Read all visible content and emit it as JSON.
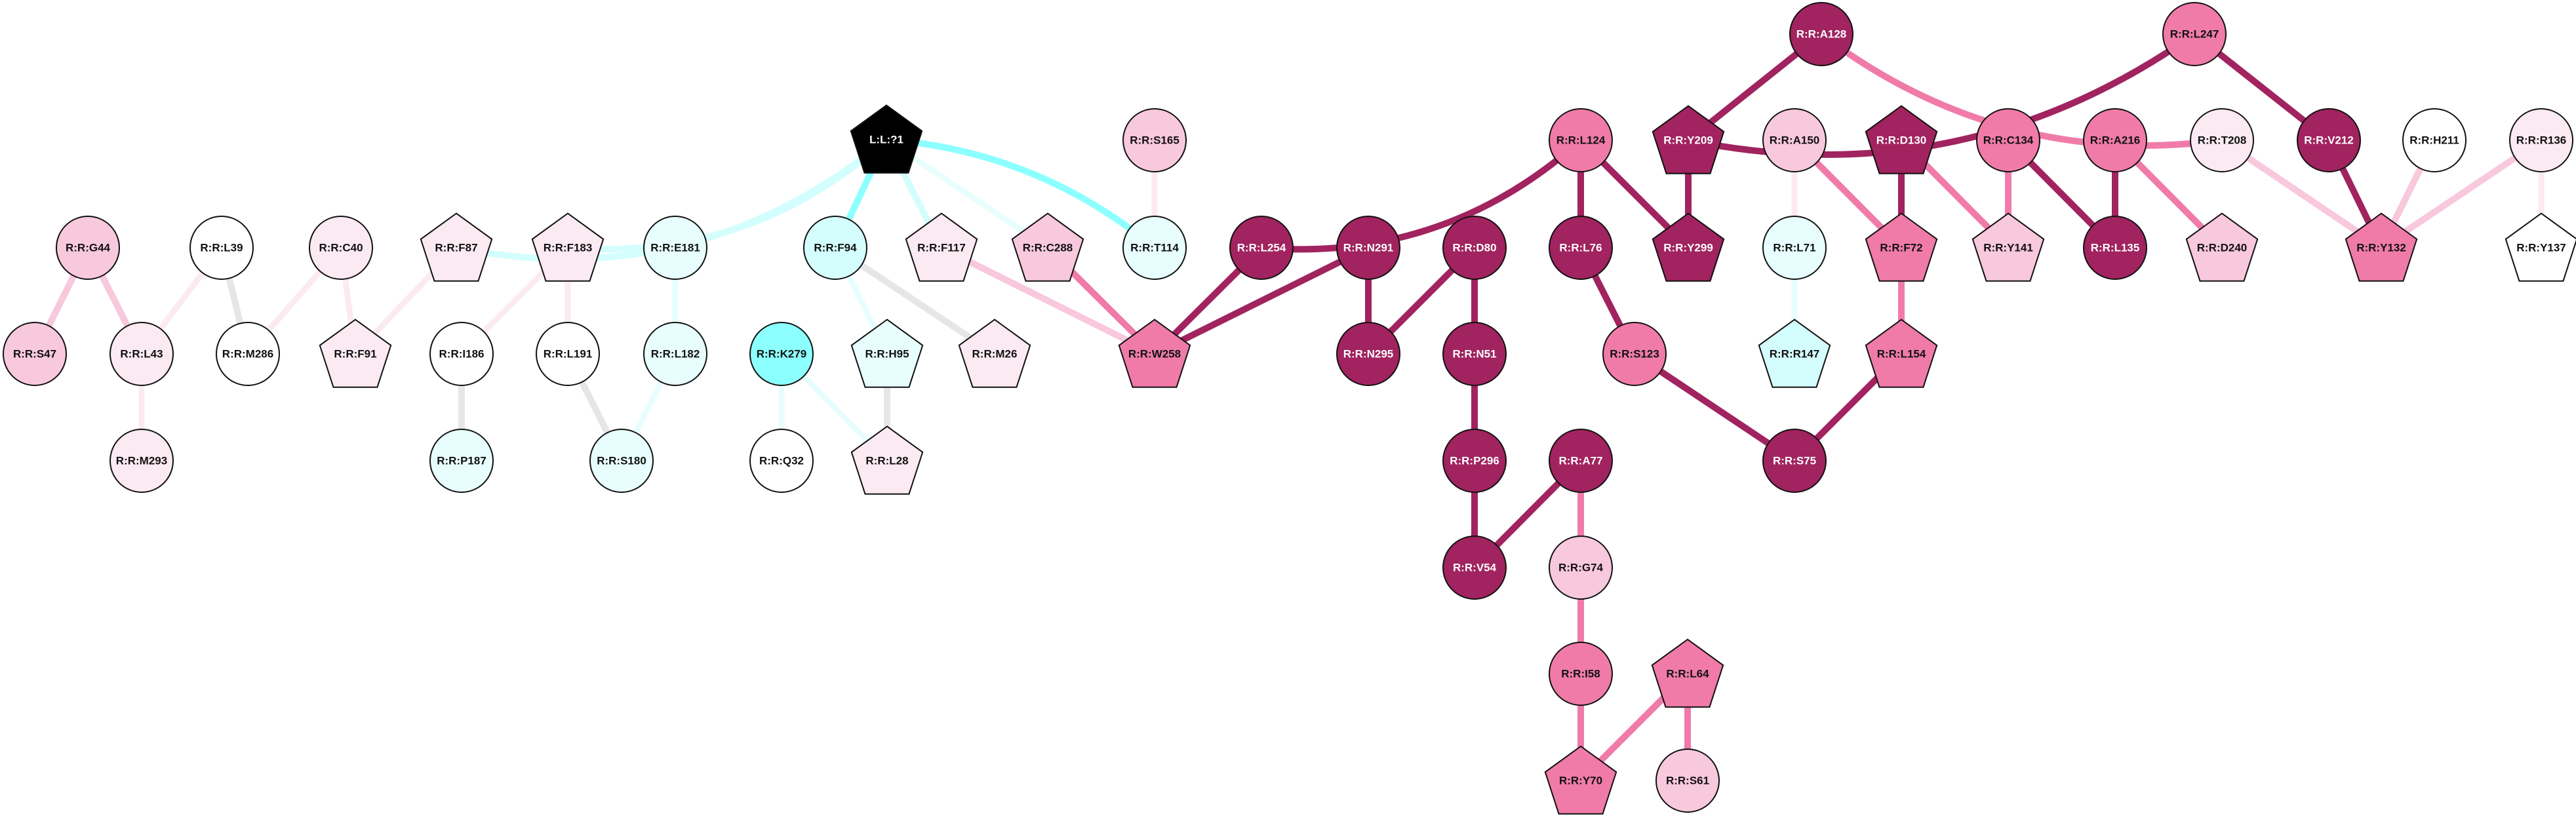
{
  "title": "Residue interaction network",
  "palette": {
    "dark_magenta": "#A1235F",
    "medium_pink": "#F07BA8",
    "light_pink": "#F8C8DC",
    "pale_pink": "#FBEAF2",
    "white": "#FFFFFF",
    "cyan": "#8CFFFF",
    "light_cyan": "#D4FEFE",
    "pale_cyan": "#E8FEFE",
    "ligand": "#000000",
    "grey": "#E6E6E6"
  },
  "nodes": [
    {
      "id": "L:L:?1",
      "shape": "pentagon",
      "fill": "ligand",
      "text": "light"
    },
    {
      "id": "R:R:G44",
      "shape": "circle",
      "fill": "light_pink",
      "text": "dark"
    },
    {
      "id": "R:R:S47",
      "shape": "circle",
      "fill": "light_pink",
      "text": "dark"
    },
    {
      "id": "R:R:L43",
      "shape": "circle",
      "fill": "pale_pink",
      "text": "dark"
    },
    {
      "id": "R:R:M293",
      "shape": "circle",
      "fill": "pale_pink",
      "text": "dark"
    },
    {
      "id": "R:R:L39",
      "shape": "circle",
      "fill": "white",
      "text": "dark"
    },
    {
      "id": "R:R:M286",
      "shape": "circle",
      "fill": "white",
      "text": "dark"
    },
    {
      "id": "R:R:C40",
      "shape": "circle",
      "fill": "pale_pink",
      "text": "dark"
    },
    {
      "id": "R:R:F91",
      "shape": "pentagon",
      "fill": "pale_pink",
      "text": "dark"
    },
    {
      "id": "R:R:F87",
      "shape": "pentagon",
      "fill": "pale_pink",
      "text": "dark"
    },
    {
      "id": "R:R:F183",
      "shape": "pentagon",
      "fill": "pale_pink",
      "text": "dark"
    },
    {
      "id": "R:R:I186",
      "shape": "circle",
      "fill": "white",
      "text": "dark"
    },
    {
      "id": "R:R:L191",
      "shape": "circle",
      "fill": "white",
      "text": "dark"
    },
    {
      "id": "R:R:P187",
      "shape": "circle",
      "fill": "pale_cyan",
      "text": "dark"
    },
    {
      "id": "R:R:E181",
      "shape": "circle",
      "fill": "pale_cyan",
      "text": "dark"
    },
    {
      "id": "R:R:L182",
      "shape": "circle",
      "fill": "pale_cyan",
      "text": "dark"
    },
    {
      "id": "R:R:S180",
      "shape": "circle",
      "fill": "pale_cyan",
      "text": "dark"
    },
    {
      "id": "R:R:K279",
      "shape": "circle",
      "fill": "cyan",
      "text": "dark"
    },
    {
      "id": "R:R:Q32",
      "shape": "circle",
      "fill": "white",
      "text": "dark"
    },
    {
      "id": "R:R:F94",
      "shape": "circle",
      "fill": "light_cyan",
      "text": "dark"
    },
    {
      "id": "R:R:H95",
      "shape": "pentagon",
      "fill": "pale_cyan",
      "text": "dark"
    },
    {
      "id": "R:R:L28",
      "shape": "pentagon",
      "fill": "pale_pink",
      "text": "dark"
    },
    {
      "id": "R:R:F117",
      "shape": "pentagon",
      "fill": "pale_pink",
      "text": "dark"
    },
    {
      "id": "R:R:M26",
      "shape": "pentagon",
      "fill": "pale_pink",
      "text": "dark"
    },
    {
      "id": "R:R:C288",
      "shape": "pentagon",
      "fill": "light_pink",
      "text": "dark"
    },
    {
      "id": "R:R:S165",
      "shape": "circle",
      "fill": "light_pink",
      "text": "dark"
    },
    {
      "id": "R:R:T114",
      "shape": "circle",
      "fill": "pale_cyan",
      "text": "dark"
    },
    {
      "id": "R:R:W258",
      "shape": "pentagon",
      "fill": "medium_pink",
      "text": "dark"
    },
    {
      "id": "R:R:L254",
      "shape": "circle",
      "fill": "dark_magenta",
      "text": "light"
    },
    {
      "id": "R:R:N291",
      "shape": "circle",
      "fill": "dark_magenta",
      "text": "light"
    },
    {
      "id": "R:R:N295",
      "shape": "circle",
      "fill": "dark_magenta",
      "text": "light"
    },
    {
      "id": "R:R:D80",
      "shape": "circle",
      "fill": "dark_magenta",
      "text": "light"
    },
    {
      "id": "R:R:N51",
      "shape": "circle",
      "fill": "dark_magenta",
      "text": "light"
    },
    {
      "id": "R:R:P296",
      "shape": "circle",
      "fill": "dark_magenta",
      "text": "light"
    },
    {
      "id": "R:R:V54",
      "shape": "circle",
      "fill": "dark_magenta",
      "text": "light"
    },
    {
      "id": "R:R:A77",
      "shape": "circle",
      "fill": "dark_magenta",
      "text": "light"
    },
    {
      "id": "R:R:G74",
      "shape": "circle",
      "fill": "light_pink",
      "text": "dark"
    },
    {
      "id": "R:R:I58",
      "shape": "circle",
      "fill": "medium_pink",
      "text": "dark"
    },
    {
      "id": "R:R:Y70",
      "shape": "pentagon",
      "fill": "medium_pink",
      "text": "dark"
    },
    {
      "id": "R:R:L64",
      "shape": "pentagon",
      "fill": "medium_pink",
      "text": "dark"
    },
    {
      "id": "R:R:S61",
      "shape": "circle",
      "fill": "light_pink",
      "text": "dark"
    },
    {
      "id": "R:R:L124",
      "shape": "circle",
      "fill": "medium_pink",
      "text": "dark"
    },
    {
      "id": "R:R:L76",
      "shape": "circle",
      "fill": "dark_magenta",
      "text": "light"
    },
    {
      "id": "R:R:S123",
      "shape": "circle",
      "fill": "medium_pink",
      "text": "dark"
    },
    {
      "id": "R:R:S75",
      "shape": "circle",
      "fill": "dark_magenta",
      "text": "light"
    },
    {
      "id": "R:R:Y209",
      "shape": "pentagon",
      "fill": "dark_magenta",
      "text": "light"
    },
    {
      "id": "R:R:Y299",
      "shape": "pentagon",
      "fill": "dark_magenta",
      "text": "light"
    },
    {
      "id": "R:R:A128",
      "shape": "circle",
      "fill": "dark_magenta",
      "text": "light"
    },
    {
      "id": "R:R:L247",
      "shape": "circle",
      "fill": "medium_pink",
      "text": "dark"
    },
    {
      "id": "R:R:A150",
      "shape": "circle",
      "fill": "light_pink",
      "text": "dark"
    },
    {
      "id": "R:R:L71",
      "shape": "circle",
      "fill": "pale_cyan",
      "text": "dark"
    },
    {
      "id": "R:R:R147",
      "shape": "pentagon",
      "fill": "light_cyan",
      "text": "dark"
    },
    {
      "id": "R:R:D130",
      "shape": "pentagon",
      "fill": "dark_magenta",
      "text": "light"
    },
    {
      "id": "R:R:F72",
      "shape": "pentagon",
      "fill": "medium_pink",
      "text": "dark"
    },
    {
      "id": "R:R:L154",
      "shape": "pentagon",
      "fill": "medium_pink",
      "text": "dark"
    },
    {
      "id": "R:R:C134",
      "shape": "circle",
      "fill": "medium_pink",
      "text": "dark"
    },
    {
      "id": "R:R:Y141",
      "shape": "pentagon",
      "fill": "light_pink",
      "text": "dark"
    },
    {
      "id": "R:R:A216",
      "shape": "circle",
      "fill": "medium_pink",
      "text": "dark"
    },
    {
      "id": "R:R:L135",
      "shape": "circle",
      "fill": "dark_magenta",
      "text": "light"
    },
    {
      "id": "R:R:T208",
      "shape": "circle",
      "fill": "pale_pink",
      "text": "dark"
    },
    {
      "id": "R:R:D240",
      "shape": "pentagon",
      "fill": "light_pink",
      "text": "dark"
    },
    {
      "id": "R:R:V212",
      "shape": "circle",
      "fill": "dark_magenta",
      "text": "light"
    },
    {
      "id": "R:R:H211",
      "shape": "circle",
      "fill": "white",
      "text": "dark"
    },
    {
      "id": "R:R:Y132",
      "shape": "pentagon",
      "fill": "medium_pink",
      "text": "dark"
    },
    {
      "id": "R:R:R136",
      "shape": "circle",
      "fill": "pale_pink",
      "text": "dark"
    },
    {
      "id": "R:R:Y137",
      "shape": "pentagon",
      "fill": "white",
      "text": "dark"
    }
  ],
  "edges": [
    {
      "source": "R:R:G44",
      "target": "R:R:S47",
      "color": "light_pink"
    },
    {
      "source": "R:R:G44",
      "target": "R:R:L43",
      "color": "light_pink"
    },
    {
      "source": "R:R:L39",
      "target": "R:R:L43",
      "color": "pale_pink"
    },
    {
      "source": "R:R:L43",
      "target": "R:R:M293",
      "color": "pale_pink"
    },
    {
      "source": "R:R:L39",
      "target": "R:R:M286",
      "color": "grey"
    },
    {
      "source": "R:R:C40",
      "target": "R:R:M286",
      "color": "pale_pink"
    },
    {
      "source": "R:R:C40",
      "target": "R:R:F91",
      "color": "pale_pink"
    },
    {
      "source": "R:R:F87",
      "target": "R:R:F91",
      "color": "pale_pink"
    },
    {
      "source": "R:R:F183",
      "target": "R:R:I186",
      "color": "pale_pink"
    },
    {
      "source": "R:R:F183",
      "target": "R:R:L191",
      "color": "pale_pink"
    },
    {
      "source": "R:R:I186",
      "target": "R:R:P187",
      "color": "grey"
    },
    {
      "source": "R:R:L191",
      "target": "R:R:S180",
      "color": "grey"
    },
    {
      "source": "R:R:E181",
      "target": "R:R:L182",
      "color": "pale_cyan"
    },
    {
      "source": "R:R:L182",
      "target": "R:R:S180",
      "color": "pale_cyan"
    },
    {
      "source": "R:R:K279",
      "target": "R:R:Q32",
      "color": "pale_cyan"
    },
    {
      "source": "R:R:K279",
      "target": "R:R:L28",
      "color": "pale_cyan"
    },
    {
      "source": "R:R:F94",
      "target": "R:R:H95",
      "color": "pale_cyan"
    },
    {
      "source": "R:R:F94",
      "target": "R:R:M26",
      "color": "grey"
    },
    {
      "source": "R:R:H95",
      "target": "R:R:L28",
      "color": "grey"
    },
    {
      "source": "L:L:?1",
      "target": "R:R:F87",
      "color": "light_cyan"
    },
    {
      "source": "L:L:?1",
      "target": "R:R:F183",
      "color": "light_cyan"
    },
    {
      "source": "L:L:?1",
      "target": "R:R:F94",
      "color": "cyan"
    },
    {
      "source": "L:L:?1",
      "target": "R:R:F117",
      "color": "light_cyan"
    },
    {
      "source": "L:L:?1",
      "target": "R:R:C288",
      "color": "pale_cyan"
    },
    {
      "source": "L:L:?1",
      "target": "R:R:T114",
      "color": "cyan"
    },
    {
      "source": "R:R:S165",
      "target": "R:R:T114",
      "color": "pale_pink"
    },
    {
      "source": "R:R:F117",
      "target": "R:R:W258",
      "color": "light_pink"
    },
    {
      "source": "R:R:C288",
      "target": "R:R:W258",
      "color": "medium_pink"
    },
    {
      "source": "R:R:L254",
      "target": "R:R:W258",
      "color": "dark_magenta"
    },
    {
      "source": "R:R:N291",
      "target": "R:R:W258",
      "color": "dark_magenta"
    },
    {
      "source": "R:R:L124",
      "target": "R:R:L254",
      "color": "dark_magenta"
    },
    {
      "source": "R:R:N291",
      "target": "R:R:N295",
      "color": "dark_magenta"
    },
    {
      "source": "R:R:D80",
      "target": "R:R:N295",
      "color": "dark_magenta"
    },
    {
      "source": "R:R:D80",
      "target": "R:R:N51",
      "color": "dark_magenta"
    },
    {
      "source": "R:R:N51",
      "target": "R:R:P296",
      "color": "dark_magenta"
    },
    {
      "source": "R:R:P296",
      "target": "R:R:V54",
      "color": "dark_magenta"
    },
    {
      "source": "R:R:A77",
      "target": "R:R:V54",
      "color": "dark_magenta"
    },
    {
      "source": "R:R:A77",
      "target": "R:R:G74",
      "color": "medium_pink"
    },
    {
      "source": "R:R:G74",
      "target": "R:R:I58",
      "color": "medium_pink"
    },
    {
      "source": "R:R:I58",
      "target": "R:R:Y70",
      "color": "medium_pink"
    },
    {
      "source": "R:R:L64",
      "target": "R:R:Y70",
      "color": "medium_pink"
    },
    {
      "source": "R:R:L64",
      "target": "R:R:S61",
      "color": "medium_pink"
    },
    {
      "source": "R:R:L124",
      "target": "R:R:L76",
      "color": "dark_magenta"
    },
    {
      "source": "R:R:L124",
      "target": "R:R:Y299",
      "color": "dark_magenta"
    },
    {
      "source": "R:R:Y209",
      "target": "R:R:Y299",
      "color": "dark_magenta"
    },
    {
      "source": "R:R:L76",
      "target": "R:R:S123",
      "color": "dark_magenta"
    },
    {
      "source": "R:R:S123",
      "target": "R:R:S75",
      "color": "dark_magenta"
    },
    {
      "source": "R:R:L154",
      "target": "R:R:S75",
      "color": "dark_magenta"
    },
    {
      "source": "R:R:A128",
      "target": "R:R:Y209",
      "color": "dark_magenta"
    },
    {
      "source": "R:R:L247",
      "target": "R:R:Y209",
      "color": "dark_magenta"
    },
    {
      "source": "R:R:A128",
      "target": "R:R:T208",
      "color": "medium_pink"
    },
    {
      "source": "R:R:L247",
      "target": "R:R:V212",
      "color": "dark_magenta"
    },
    {
      "source": "R:R:A150",
      "target": "R:R:L71",
      "color": "pale_pink"
    },
    {
      "source": "R:R:A150",
      "target": "R:R:F72",
      "color": "medium_pink"
    },
    {
      "source": "R:R:L71",
      "target": "R:R:R147",
      "color": "pale_cyan"
    },
    {
      "source": "R:R:D130",
      "target": "R:R:F72",
      "color": "dark_magenta"
    },
    {
      "source": "R:R:D130",
      "target": "R:R:Y141",
      "color": "medium_pink"
    },
    {
      "source": "R:R:F72",
      "target": "R:R:L154",
      "color": "medium_pink"
    },
    {
      "source": "R:R:C134",
      "target": "R:R:Y141",
      "color": "medium_pink"
    },
    {
      "source": "R:R:C134",
      "target": "R:R:L135",
      "color": "dark_magenta"
    },
    {
      "source": "R:R:A216",
      "target": "R:R:L135",
      "color": "dark_magenta"
    },
    {
      "source": "R:R:A216",
      "target": "R:R:D240",
      "color": "medium_pink"
    },
    {
      "source": "R:R:T208",
      "target": "R:R:Y132",
      "color": "light_pink"
    },
    {
      "source": "R:R:V212",
      "target": "R:R:Y132",
      "color": "dark_magenta"
    },
    {
      "source": "R:R:H211",
      "target": "R:R:Y132",
      "color": "light_pink"
    },
    {
      "source": "R:R:R136",
      "target": "R:R:Y132",
      "color": "light_pink"
    },
    {
      "source": "R:R:R136",
      "target": "R:R:Y137",
      "color": "pale_pink"
    }
  ]
}
